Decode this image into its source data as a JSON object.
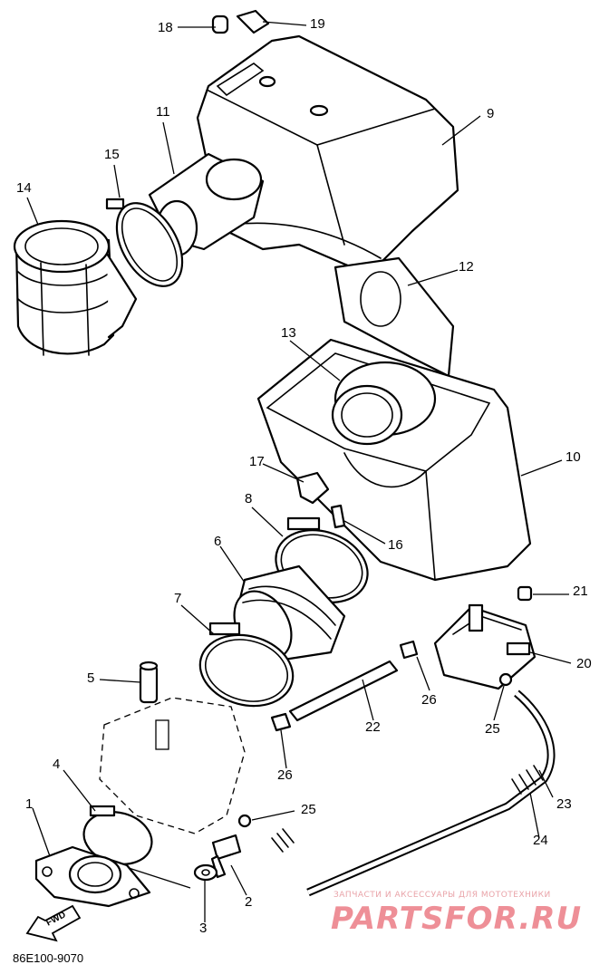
{
  "callouts": [
    {
      "id": "18",
      "text": "18"
    },
    {
      "id": "19",
      "text": "19"
    },
    {
      "id": "9",
      "text": "9"
    },
    {
      "id": "11",
      "text": "11"
    },
    {
      "id": "15",
      "text": "15"
    },
    {
      "id": "14",
      "text": "14"
    },
    {
      "id": "12",
      "text": "12"
    },
    {
      "id": "13",
      "text": "13"
    },
    {
      "id": "10",
      "text": "10"
    },
    {
      "id": "17",
      "text": "17"
    },
    {
      "id": "8",
      "text": "8"
    },
    {
      "id": "16",
      "text": "16"
    },
    {
      "id": "6",
      "text": "6"
    },
    {
      "id": "21",
      "text": "21"
    },
    {
      "id": "7",
      "text": "7"
    },
    {
      "id": "20",
      "text": "20"
    },
    {
      "id": "5",
      "text": "5"
    },
    {
      "id": "26a",
      "text": "26"
    },
    {
      "id": "22",
      "text": "22"
    },
    {
      "id": "25a",
      "text": "25"
    },
    {
      "id": "26b",
      "text": "26"
    },
    {
      "id": "4",
      "text": "4"
    },
    {
      "id": "23",
      "text": "23"
    },
    {
      "id": "1",
      "text": "1"
    },
    {
      "id": "25b",
      "text": "25"
    },
    {
      "id": "24",
      "text": "24"
    },
    {
      "id": "2",
      "text": "2"
    },
    {
      "id": "3",
      "text": "3"
    }
  ],
  "diagram_code": "86E100-9070",
  "fwd_arrow_label": "FWD",
  "watermark": {
    "tagline": "ЗАПЧАСТИ И АКСЕССУАРЫ ДЛЯ МОТОТЕХНИКИ",
    "logo": "PARTSFOR.RU",
    "color": "#ee8f97"
  }
}
